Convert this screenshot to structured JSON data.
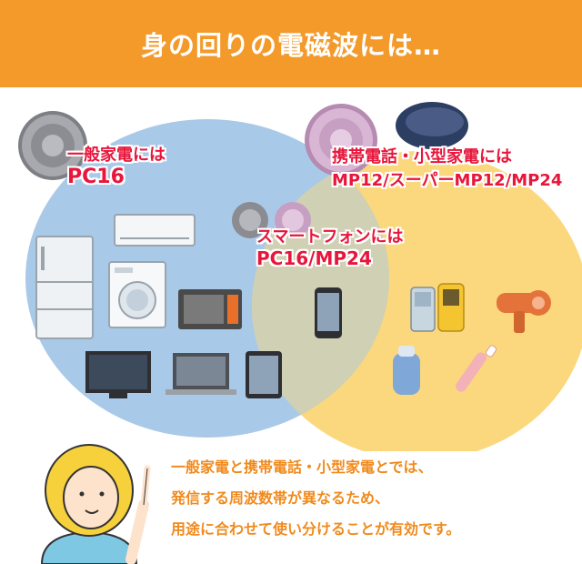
{
  "banner": {
    "title": "身の回りの電磁波には…",
    "color": "#f39a2b"
  },
  "groups": {
    "general": {
      "line1": "一般家電には",
      "line2": "PC16",
      "circle_color": "#a9c9e8"
    },
    "mobile": {
      "line1": "携帯電話・小型家電には",
      "line2": "MP12/スーパーMP12/MP24",
      "circle_color": "#fbd87e"
    },
    "smartphone": {
      "line1": "スマートフォンには",
      "line2": "PC16/MP24"
    }
  },
  "label_color": "#e8163b",
  "description": {
    "line1": "一般家電と携帯電話・小型家電とでは、",
    "line2": "発信する周波数帯が異なるため、",
    "line3": "用途に合わせて使い分けることが有効です。",
    "color": "#f08a1c"
  },
  "icons": [
    "silver-chip-icon",
    "pink-chip-icon",
    "blue-case-icon",
    "refrigerator-icon",
    "air-conditioner-icon",
    "washing-machine-icon",
    "microwave-icon",
    "television-icon",
    "laptop-icon",
    "tablet-icon",
    "smartphone-icon",
    "feature-phone-icon",
    "flip-phone-icon",
    "hair-dryer-icon",
    "shaver-icon",
    "toothbrush-icon",
    "woman-pointing-icon"
  ]
}
